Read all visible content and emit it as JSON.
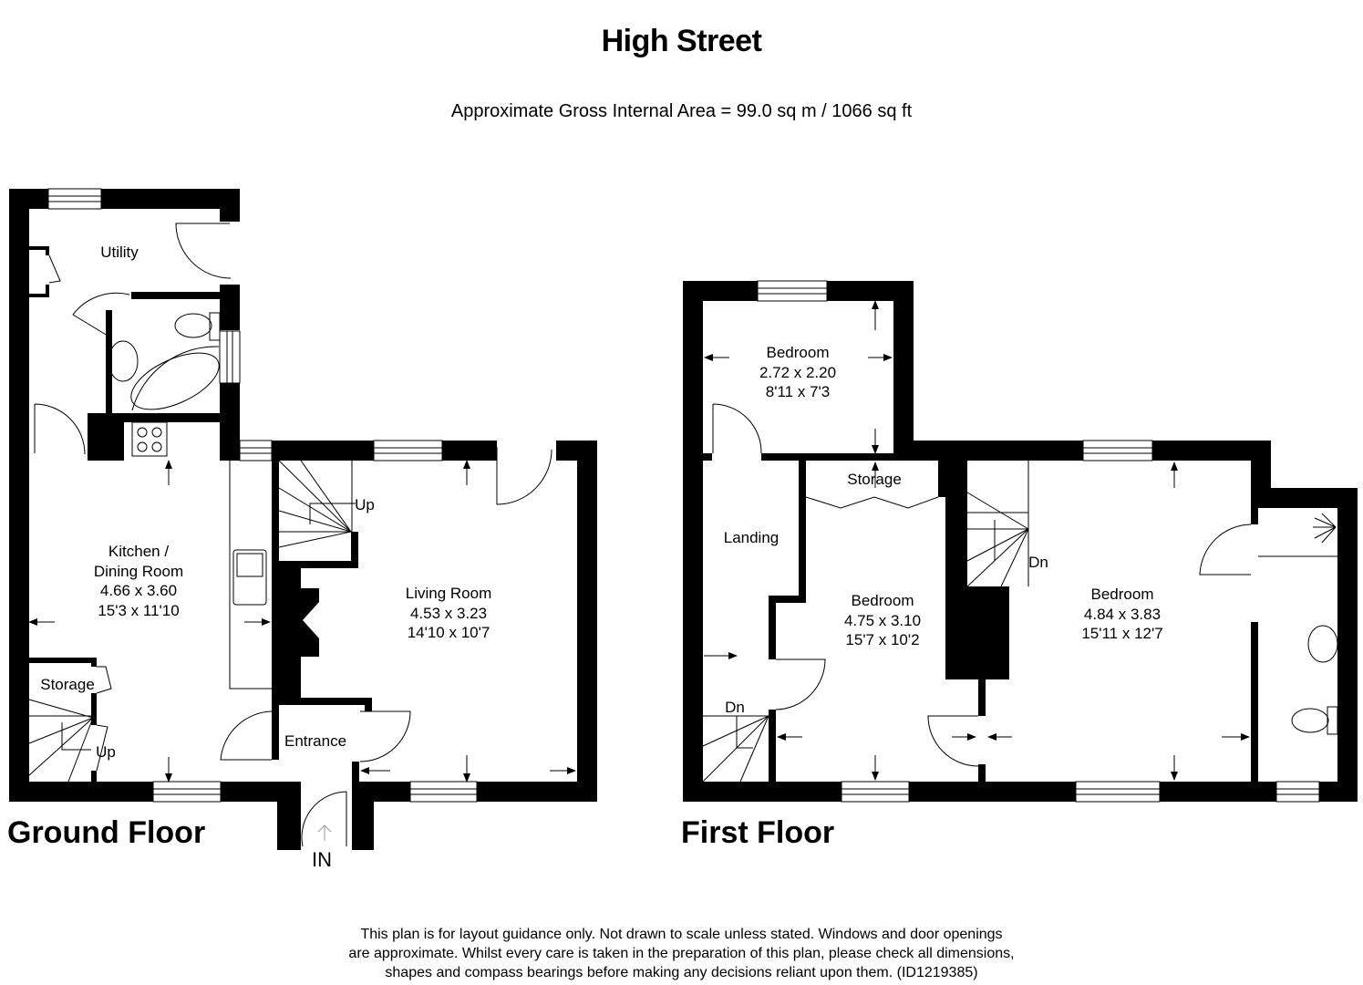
{
  "header": {
    "title": "High Street",
    "area": "Approximate Gross Internal Area = 99.0 sq m / 1066 sq ft"
  },
  "ground_floor": {
    "label": "Ground Floor",
    "rooms": [
      {
        "name": "Utility"
      },
      {
        "name_line1": "Kitchen /",
        "name_line2": "Dining Room",
        "metric": "4.66 x 3.60",
        "imperial": "15'3 x 11'10"
      },
      {
        "name": "Living Room",
        "metric": "4.53 x 3.23",
        "imperial": "14'10 x 10'7"
      },
      {
        "name": "Storage"
      },
      {
        "name": "Entrance"
      }
    ],
    "stairs": [
      {
        "label": "Up"
      },
      {
        "label": "Up"
      }
    ],
    "entry_label": "IN"
  },
  "first_floor": {
    "label": "First Floor",
    "rooms": [
      {
        "name": "Bedroom",
        "metric": "2.72 x 2.20",
        "imperial": "8'11 x 7'3"
      },
      {
        "name": "Storage"
      },
      {
        "name": "Landing"
      },
      {
        "name": "Bedroom",
        "metric": "4.75 x 3.10",
        "imperial": "15'7 x 10'2"
      },
      {
        "name": "Bedroom",
        "metric": "4.84 x 3.83",
        "imperial": "15'11 x 12'7"
      }
    ],
    "stairs": [
      {
        "label": "Dn"
      },
      {
        "label": "Dn"
      }
    ]
  },
  "footer": {
    "disclaimer_line1": "This plan is for layout guidance only. Not drawn to scale unless stated. Windows and door openings",
    "disclaimer_line2": "are approximate. Whilst every care is taken in the preparation of this plan, please check all dimensions,",
    "disclaimer_line3": "shapes and compass bearings before making any decisions reliant upon them. (ID1219385)"
  },
  "colors": {
    "wall": "#000000",
    "background": "#ffffff",
    "line": "#000000"
  }
}
